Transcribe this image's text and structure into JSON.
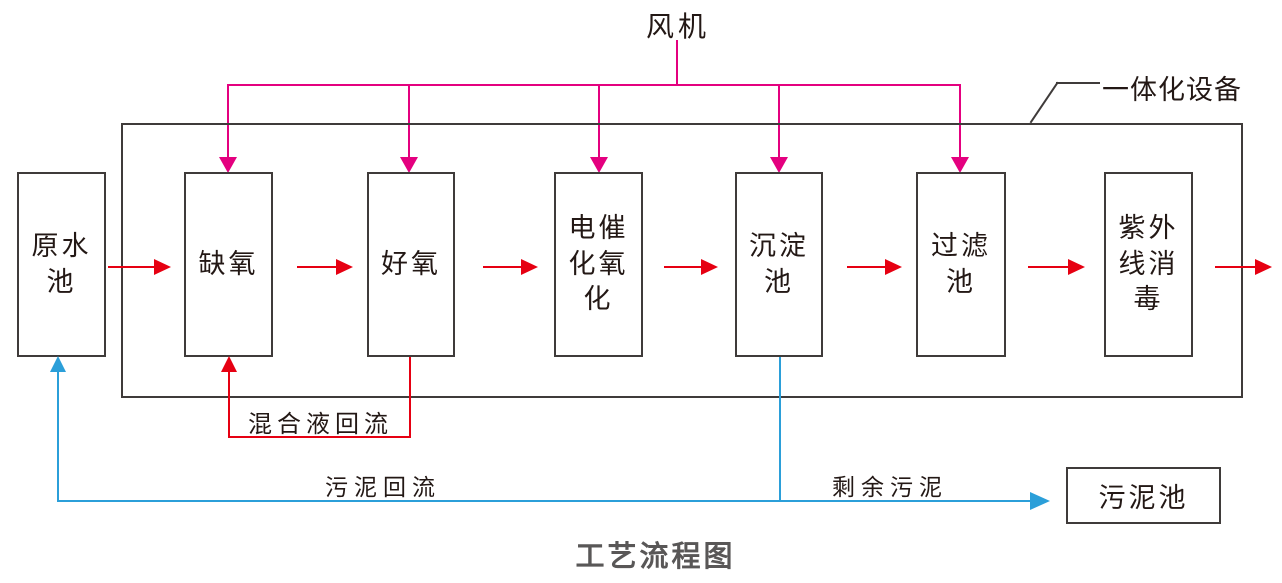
{
  "diagram": {
    "title": "工艺流程图",
    "fan_label": "风机",
    "integrated_unit_label": "一体化设备",
    "boxes": [
      {
        "id": "raw-water-tank",
        "label": "原水池"
      },
      {
        "id": "anoxic-tank",
        "label": "缺氧"
      },
      {
        "id": "aerobic-tank",
        "label": "好氧"
      },
      {
        "id": "electrocatalytic-oxidation",
        "label": "电催化氧化"
      },
      {
        "id": "sedimentation-tank",
        "label": "沉淀池"
      },
      {
        "id": "filter-tank",
        "label": "过滤池"
      },
      {
        "id": "uv-disinfection",
        "label": "紫外线消毒"
      },
      {
        "id": "sludge-tank",
        "label": "污泥池"
      }
    ],
    "flow_labels": {
      "mixed_liquor_return": "混合液回流",
      "sludge_return": "污泥回流",
      "surplus_sludge": "剩余污泥"
    },
    "colors": {
      "process_flow_arrow": "#e60012",
      "air_supply_line": "#e4007f",
      "sludge_line": "#2b9fd9",
      "outline": "#3f3b3a",
      "text": "#231815",
      "title_text": "#595757"
    }
  }
}
